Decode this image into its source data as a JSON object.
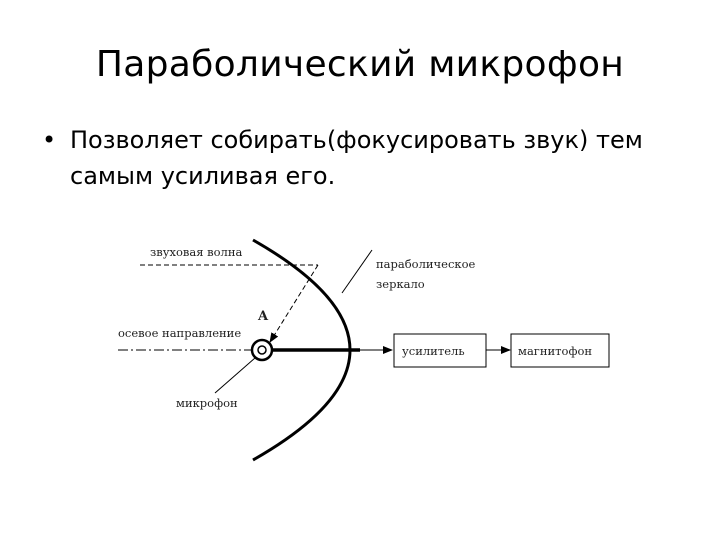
{
  "title": "Параболический микрофон",
  "bullet": {
    "marker": "•",
    "text_line1": "Позволяет собирать(фокусировать звук) тем",
    "text_line2": "самым усиливая его."
  },
  "diagram": {
    "label_wave": "звуховая волна",
    "label_mirror_1": "параболическое",
    "label_mirror_2": "зеркало",
    "label_point": "A",
    "label_axis": "осевое направление",
    "label_microphone": "микрофон",
    "box_amplifier": "усилитель",
    "box_recorder": "магнитофон"
  }
}
